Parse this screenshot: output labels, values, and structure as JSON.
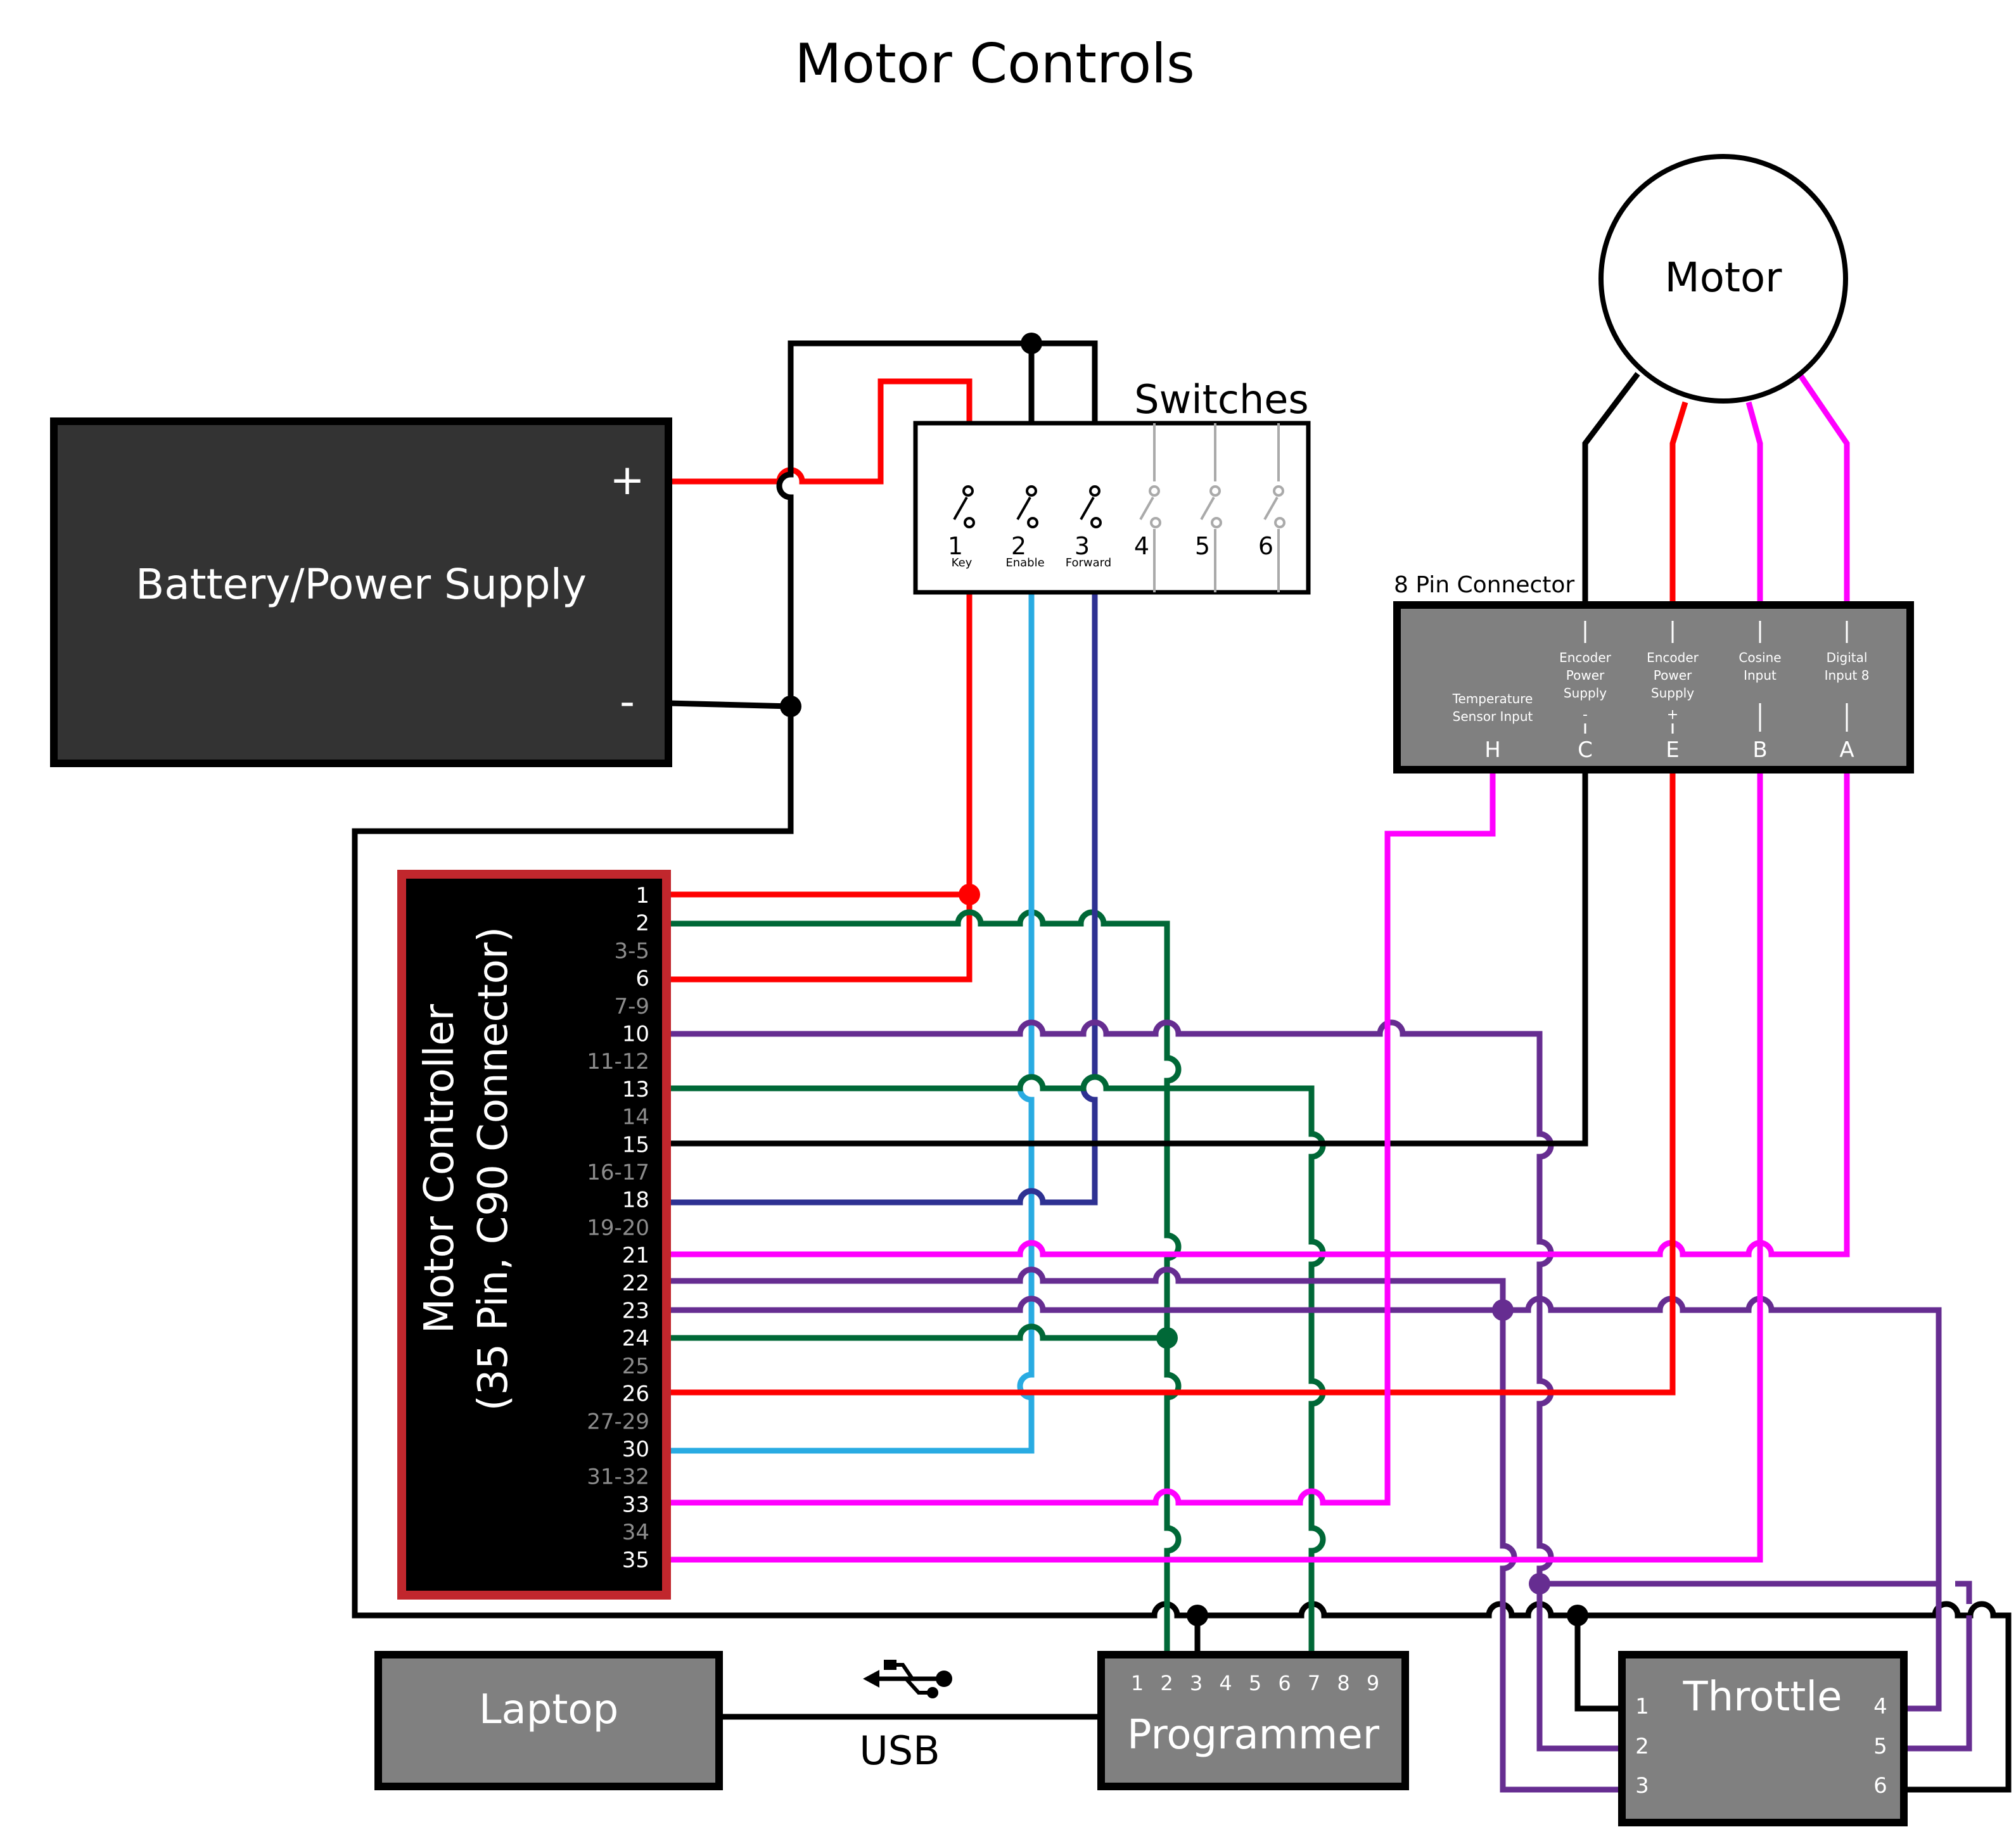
{
  "title": "Motor Controls",
  "colors": {
    "power": "#ff0000",
    "ground": "#000000",
    "enable": "#29abe2",
    "forward": "#2e3192",
    "green": "#006837",
    "purple": "#662d91",
    "magenta": "#ff00ff",
    "dark_box": "#333333",
    "gray_box": "#808080",
    "controller_border": "#c1272d"
  },
  "battery": {
    "label": "Battery/Power Supply",
    "plus": "+",
    "minus": "-"
  },
  "switches": {
    "title": "Switches",
    "items": [
      {
        "num": "1",
        "name": "Key"
      },
      {
        "num": "2",
        "name": "Enable"
      },
      {
        "num": "3",
        "name": "Forward"
      },
      {
        "num": "4",
        "name": ""
      },
      {
        "num": "5",
        "name": ""
      },
      {
        "num": "6",
        "name": ""
      }
    ]
  },
  "motor": {
    "label": "Motor"
  },
  "connector8": {
    "title": "8 Pin Connector",
    "pins": [
      {
        "letter": "H",
        "line1": "Temperature",
        "line2": "Sensor Input",
        "line3": ""
      },
      {
        "letter": "C",
        "line1": "Encoder",
        "line2": "Power",
        "line3": "Supply",
        "sign": "-"
      },
      {
        "letter": "E",
        "line1": "Encoder",
        "line2": "Power",
        "line3": "Supply",
        "sign": "+"
      },
      {
        "letter": "B",
        "line1": "Cosine",
        "line2": "Input",
        "line3": ""
      },
      {
        "letter": "A",
        "line1": "Digital",
        "line2": "Input 8",
        "line3": ""
      }
    ]
  },
  "controller": {
    "label_line1": "Motor Controller",
    "label_line2": "(35 Pin, C90 Connector)",
    "pins": [
      {
        "label": "1",
        "active": true
      },
      {
        "label": "2",
        "active": true
      },
      {
        "label": "3-5",
        "active": false
      },
      {
        "label": "6",
        "active": true
      },
      {
        "label": "7-9",
        "active": false
      },
      {
        "label": "10",
        "active": true
      },
      {
        "label": "11-12",
        "active": false
      },
      {
        "label": "13",
        "active": true
      },
      {
        "label": "14",
        "active": false
      },
      {
        "label": "15",
        "active": true
      },
      {
        "label": "16-17",
        "active": false
      },
      {
        "label": "18",
        "active": true
      },
      {
        "label": "19-20",
        "active": false
      },
      {
        "label": "21",
        "active": true
      },
      {
        "label": "22",
        "active": true
      },
      {
        "label": "23",
        "active": true
      },
      {
        "label": "24",
        "active": true
      },
      {
        "label": "25",
        "active": false
      },
      {
        "label": "26",
        "active": true
      },
      {
        "label": "27-29",
        "active": false
      },
      {
        "label": "30",
        "active": true
      },
      {
        "label": "31-32",
        "active": false
      },
      {
        "label": "33",
        "active": true
      },
      {
        "label": "34",
        "active": false
      },
      {
        "label": "35",
        "active": true
      }
    ]
  },
  "laptop": {
    "label": "Laptop"
  },
  "usb": {
    "label": "USB"
  },
  "programmer": {
    "label": "Programmer",
    "pins": [
      "1",
      "2",
      "3",
      "4",
      "5",
      "6",
      "7",
      "8",
      "9"
    ]
  },
  "throttle": {
    "label": "Throttle",
    "left_pins": [
      "1",
      "2",
      "3"
    ],
    "right_pins": [
      "4",
      "5",
      "6"
    ]
  }
}
